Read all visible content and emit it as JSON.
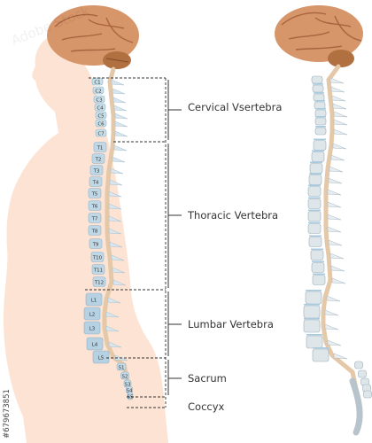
{
  "regions": {
    "cervical": "Cervical Vsertebra",
    "thoracic": "Thoracic Vertebra",
    "lumbar": "Lumbar Vertebra",
    "sacrum": "Sacrum",
    "coccyx": "Coccyx"
  },
  "vertebrae": [
    "C1",
    "C2",
    "C3",
    "C4",
    "C5",
    "C6",
    "C7",
    "T1",
    "T2",
    "T3",
    "T4",
    "T5",
    "T6",
    "T7",
    "T8",
    "T9",
    "T10",
    "T11",
    "T12",
    "L1",
    "L2",
    "L3",
    "L4",
    "L5",
    "S1",
    "S2",
    "S3",
    "S4",
    "S5"
  ],
  "watermark": "Adobe Stock",
  "stock_id": "#679673851",
  "colors": {
    "skin": "#fde3d3",
    "brain": "#d7956a",
    "cervical_vertebra": "#c9dfe9",
    "thoracic_vertebra": "#c0d8e6",
    "lumbar_vertebra": "#b5d1e2",
    "spinal_cord": "#e4c8a8",
    "bracket": "#333333"
  }
}
